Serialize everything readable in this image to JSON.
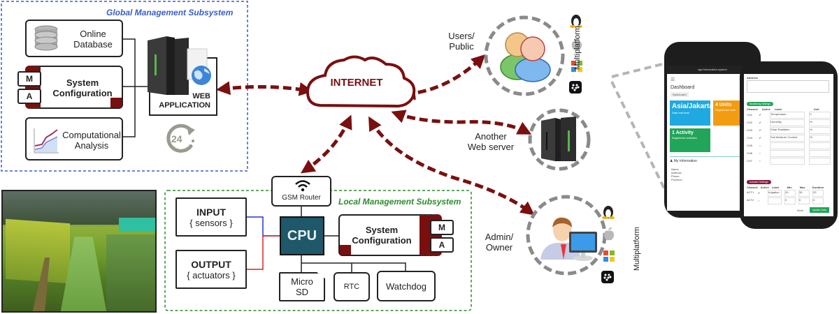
{
  "global_subsystem": {
    "title": "Global Management Subsystem",
    "title_color": "#3a5fc4",
    "border_color": "#3a5fc4",
    "online_database": {
      "label_line1": "Online",
      "label_line2": "Database",
      "icon": "database-icon"
    },
    "system_configuration": {
      "label_line1": "System",
      "label_line2": "Configuration",
      "tab_m": "M",
      "tab_a": "A"
    },
    "computational_analysis": {
      "label_line1": "Computational",
      "label_line2": "Analysis",
      "icon": "line-chart-icon"
    },
    "web_application": {
      "label_line1": "WEB",
      "label_line2": "APPLICATION",
      "icon": "server-globe-icon"
    },
    "availability": {
      "label": "24",
      "icon": "clock-24-icon"
    }
  },
  "internet": {
    "label": "INTERNET",
    "color": "#7a0f0f"
  },
  "users_public": {
    "label_line1": "Users/",
    "label_line2": "Public",
    "platforms_label": "Multiplatform",
    "platforms": [
      "linux-icon",
      "apple-icon",
      "windows-icon",
      "blackberry-icon"
    ]
  },
  "another_web_server": {
    "label_line1": "Another",
    "label_line2": "Web server"
  },
  "admin_owner": {
    "label_line1": "Admin/",
    "label_line2": "Owner",
    "platforms_label": "Multiplatform",
    "platforms": [
      "linux-icon",
      "apple-icon",
      "windows-icon",
      "blackberry-icon"
    ]
  },
  "local_subsystem": {
    "title": "Local Management Subsystem",
    "title_color": "#2e8b2e",
    "border_color": "#2e8b2e",
    "gsm_router": {
      "label": "GSM Router",
      "icon": "wifi-icon"
    },
    "input": {
      "label": "INPUT",
      "sub": "{ sensors }"
    },
    "output": {
      "label": "OUTPUT",
      "sub": "{ actuators }"
    },
    "cpu": {
      "label": "CPU",
      "color": "#1f5868"
    },
    "system_configuration": {
      "label_line1": "System",
      "label_line2": "Configuration",
      "tab_m": "M",
      "tab_a": "A"
    },
    "micro_sd": {
      "label_line1": "Micro",
      "label_line2": "SD"
    },
    "rtc": {
      "label": "RTC"
    },
    "watchdog": {
      "label": "Watchdog"
    }
  },
  "phones": {
    "left": {
      "header": "agri Information system",
      "page_title": "Dashboard",
      "breadcrumb": "Dashboard",
      "tiles": [
        {
          "title": "Asia/Jakarta",
          "sub": "Date and time",
          "color": "#1fa9e0"
        },
        {
          "title": "4 Units",
          "sub": "Registered units",
          "color": "#f39c12"
        },
        {
          "title": "1 Activity",
          "sub": "Registered activities",
          "color": "#21a559"
        }
      ],
      "info_title": "My Information",
      "info_rows": [
        "Name",
        "Address",
        "Phone",
        "Province"
      ]
    },
    "right": {
      "address_label": "Address",
      "badge_monitoring": "Monitoring Settings",
      "monitor_headers": [
        "Channel",
        "Active",
        "Label",
        "Unit"
      ],
      "monitor_rows": [
        {
          "channel": "CH1",
          "active": true,
          "label": "Temperature",
          "unit": "C"
        },
        {
          "channel": "CH2",
          "active": true,
          "label": "Humidity",
          "unit": "%"
        },
        {
          "channel": "CH3",
          "active": true,
          "label": "Solar Radiation",
          "unit": "%"
        },
        {
          "channel": "CH4",
          "active": true,
          "label": "Soil Moisture Content",
          "unit": "%"
        },
        {
          "channel": "CH5",
          "active": false,
          "label": "",
          "unit": ""
        },
        {
          "channel": "CH6",
          "active": false,
          "label": "",
          "unit": ""
        },
        {
          "channel": "CH7",
          "active": false,
          "label": "",
          "unit": ""
        }
      ],
      "badge_actuator": "Actuator Settings",
      "act_headers": [
        "Channel",
        "Active",
        "Label",
        "Min",
        "Max",
        "Duration"
      ],
      "act_rows": [
        {
          "channel": "ACT1",
          "active": true,
          "label": "Irrigation",
          "min": "20",
          "max": "30",
          "dur": "20"
        },
        {
          "channel": "ACT2",
          "active": false,
          "label": "",
          "min": "0",
          "max": "0",
          "dur": "0"
        }
      ],
      "reset_label": "Reset",
      "update_label": "Update Data"
    }
  },
  "colors": {
    "arrow": "#7a0f0f",
    "ring": "#8a8a8a",
    "config_accent": "#7a0f0f",
    "input_line": "#2233cc",
    "output_line": "#dd2222"
  }
}
